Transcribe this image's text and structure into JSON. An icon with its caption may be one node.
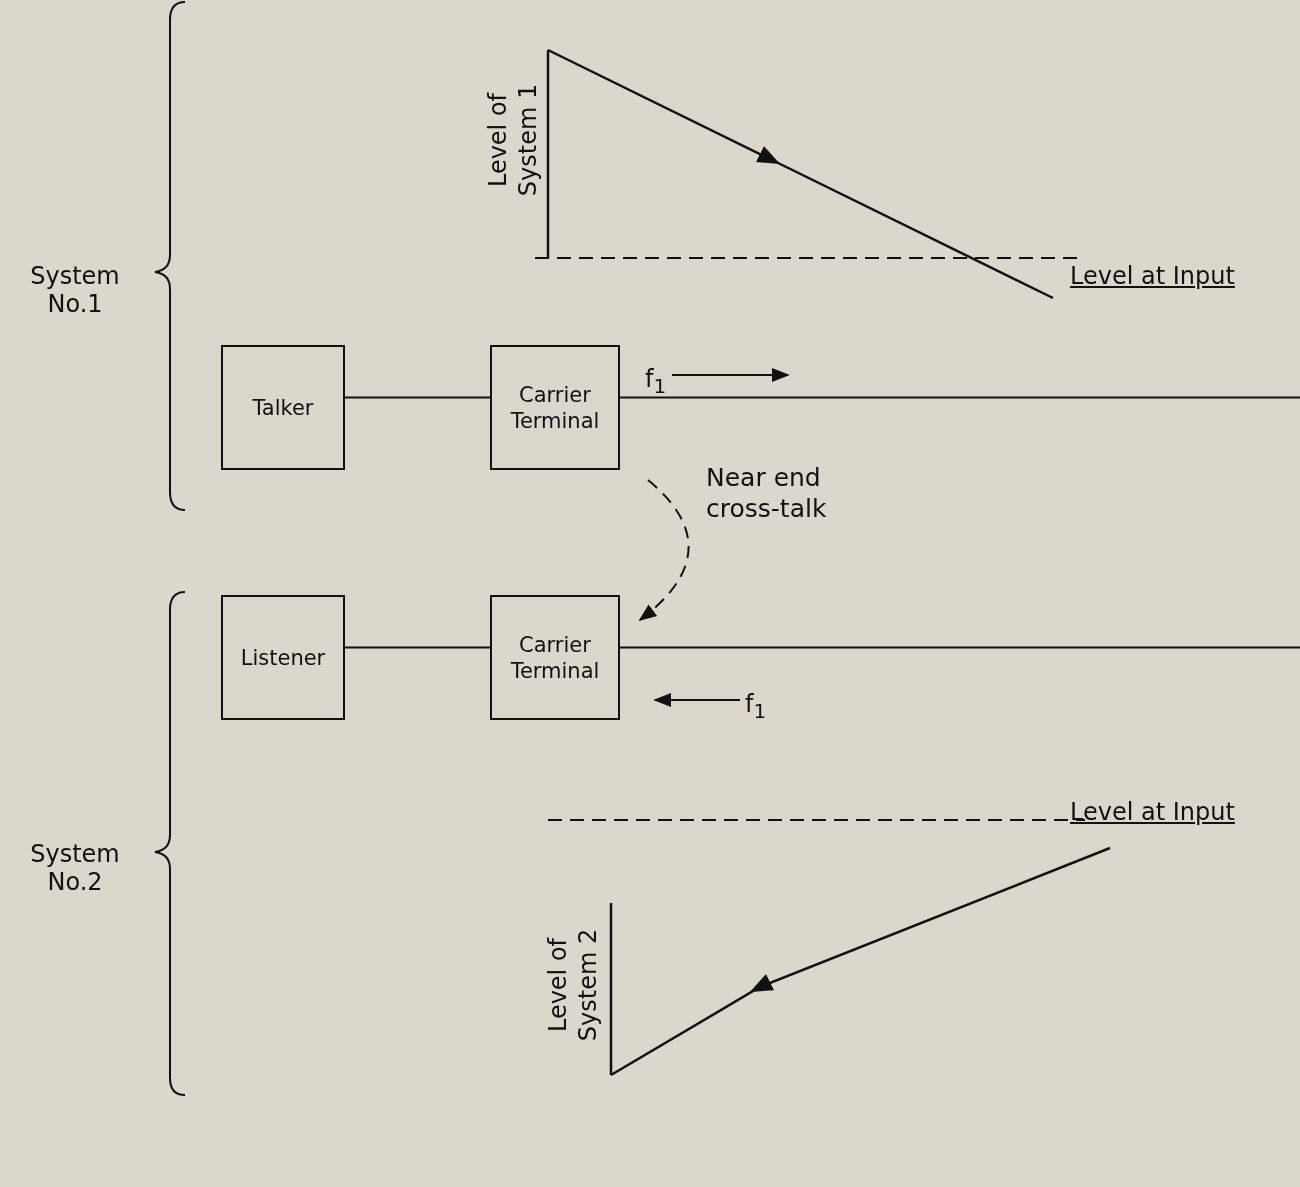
{
  "diagram": {
    "nodes": [
      {
        "text": [
          "Talker"
        ]
      },
      {
        "text": [
          "Carrier Terminal"
        ]
      },
      {
        "text": [
          "Listener"
        ]
      },
      {
        "text": [
          "Carrier Terminal"
        ]
      }
    ],
    "edges": [
      {
        "from": 0,
        "to": 1,
        "arrow": "none"
      },
      {
        "from": 1,
        "to": null,
        "arrow": "none"
      },
      {
        "from": 2,
        "to": 3,
        "arrow": "none"
      },
      {
        "from": 3,
        "to": null,
        "arrow": "none"
      },
      {
        "from": 1,
        "to": 3,
        "arrow": "to",
        "style": "dashed",
        "label": "Near end cross-talk"
      }
    ],
    "labels": [
      "System No.1",
      "Level of System 1",
      "Level at Input",
      "f$_{1}$",
      "f$_{1}$",
      "Level at Input",
      "System No.2",
      "Level of System 2"
    ]
  }
}
